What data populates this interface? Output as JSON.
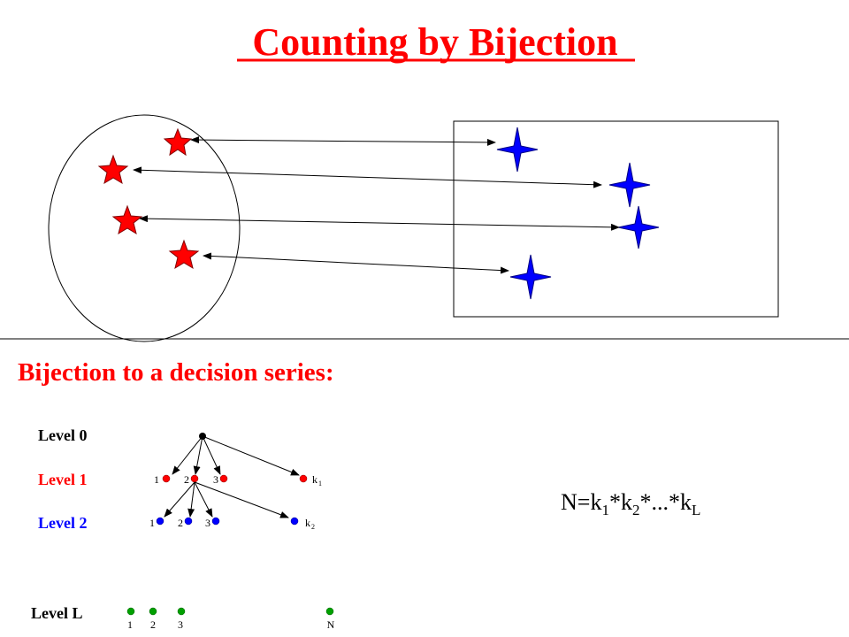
{
  "title": "Counting by Bijection",
  "subtitle": "Bijection to a decision series:",
  "levels": {
    "level0": "Level 0",
    "level1": "Level 1",
    "level2": "Level 2",
    "levelL": "Level L"
  },
  "level1_labels": [
    "1",
    "2",
    "3",
    "k",
    "1"
  ],
  "level2_labels": [
    "1",
    "2",
    "3",
    "k",
    "2"
  ],
  "levelL_labels": [
    "1",
    "2",
    "3",
    "N"
  ],
  "formula": {
    "p1": "N=k",
    "s1": "1",
    "p2": "*k",
    "s2": "2",
    "p3": "*...*k",
    "s3": "L"
  },
  "colors": {
    "title": "#ff0000",
    "star_red": "#ff0000",
    "star_blue": "#0000ff",
    "level1": "#ff0000",
    "level2": "#0000ff",
    "level_l_node": "#00a000"
  }
}
